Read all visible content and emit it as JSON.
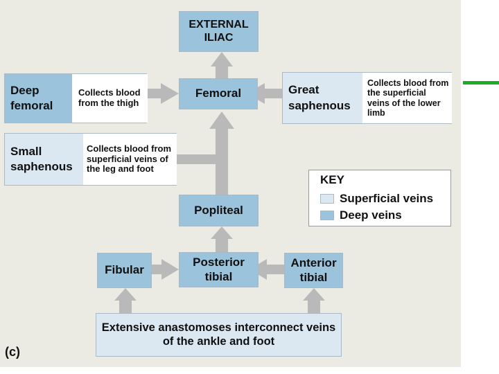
{
  "nodes": {
    "external_iliac": "EXTERNAL ILIAC",
    "femoral": "Femoral",
    "deep_femoral": "Deep femoral",
    "deep_femoral_note": "Collects blood from the thigh",
    "great_saphenous": "Great saphenous",
    "great_saphenous_note": "Collects blood from the superficial veins of the lower limb",
    "small_saphenous": "Small saphenous",
    "small_saphenous_note": "Collects blood from superficial veins of the leg and foot",
    "popliteal": "Popliteal",
    "fibular": "Fibular",
    "posterior_tibial": "Posterior tibial",
    "anterior_tibial": "Anterior tibial",
    "anastomoses": "Extensive anastomoses interconnect veins of the ankle and foot"
  },
  "key": {
    "title": "KEY",
    "superficial": "Superficial veins",
    "deep": "Deep veins"
  },
  "panel_label": "(c)",
  "colors": {
    "deep_vein": "#9cc3dc",
    "superficial_vein": "#dbe8f2",
    "arrow": "#b9b9b9",
    "panel_bg": "#ecebe3",
    "accent_line": "#1dab2a"
  }
}
